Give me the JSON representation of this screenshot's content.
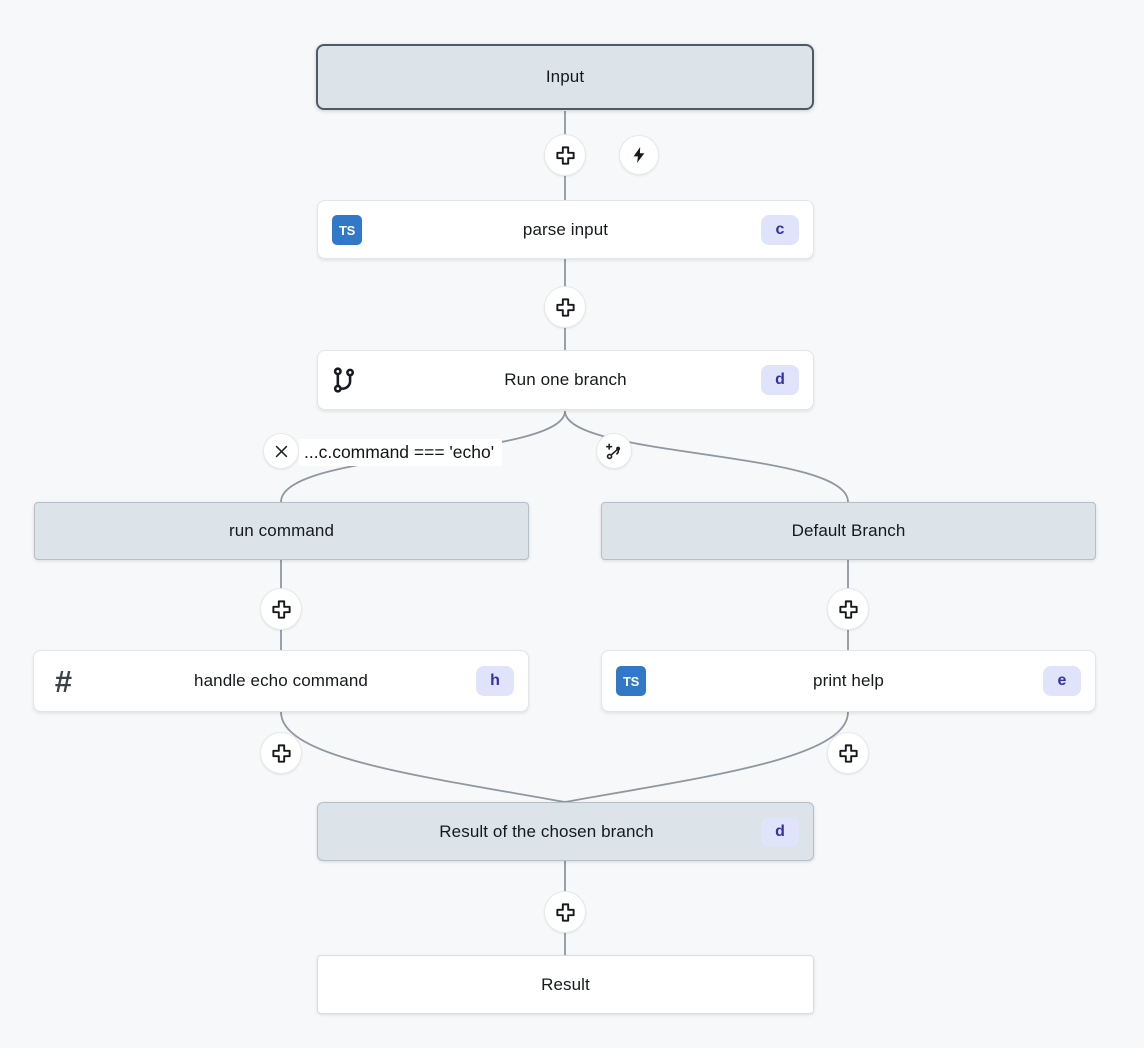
{
  "nodes": {
    "input": {
      "label": "Input"
    },
    "parse_input": {
      "label": "parse input",
      "badge": "c"
    },
    "run_one_branch": {
      "label": "Run one branch",
      "badge": "d"
    },
    "condition": {
      "expression": "...c.command === 'echo'"
    },
    "run_command": {
      "label": "run command"
    },
    "handle_echo_command": {
      "label": "handle echo command",
      "badge": "h"
    },
    "default_branch": {
      "label": "Default Branch"
    },
    "print_help": {
      "label": "print help",
      "badge": "e"
    },
    "result_of_chosen_branch": {
      "label": "Result of the chosen branch",
      "badge": "d"
    },
    "result": {
      "label": "Result"
    }
  },
  "icons": {
    "typescript_label": "TS",
    "hash_glyph": "#"
  },
  "colors": {
    "canvas_bg": "#f7f8fa",
    "edge": "#8f979f",
    "gray_node_fill": "#dce3e9",
    "input_border": "#4e5a68",
    "badge_bg": "#e0e4fa",
    "badge_text": "#3730a3",
    "typescript_blue": "#3178c6"
  }
}
